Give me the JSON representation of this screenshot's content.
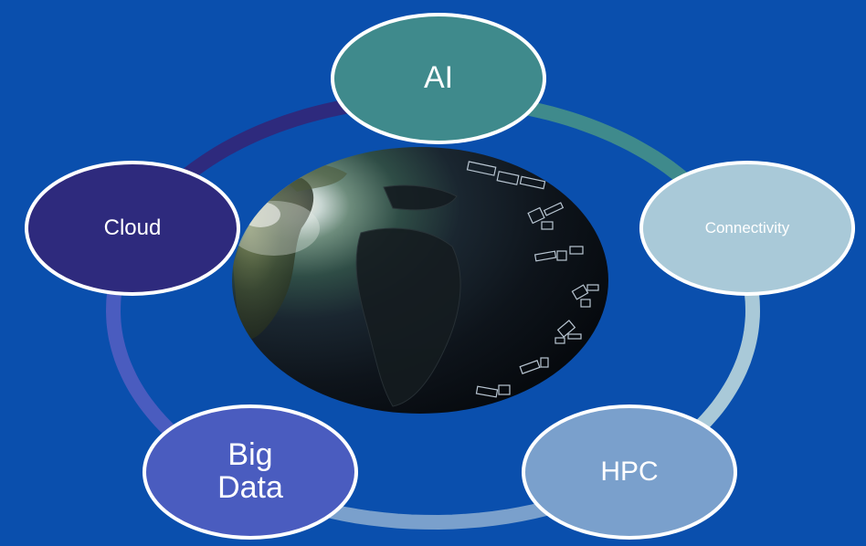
{
  "diagram": {
    "nodes": [
      {
        "id": "ai",
        "label": "AI",
        "fill": "#3f8a8c"
      },
      {
        "id": "connectivity",
        "label": "Connectivity",
        "fill": "#a9c9d8"
      },
      {
        "id": "hpc",
        "label": "HPC",
        "fill": "#7aa0cc"
      },
      {
        "id": "big-data",
        "label": "Big\nData",
        "fill": "#4a5cbf"
      },
      {
        "id": "cloud",
        "label": "Cloud",
        "fill": "#2e2a7d"
      }
    ],
    "ring_colors": {
      "ai_to_connectivity": "#3f8a8c",
      "connectivity_to_hpc": "#a9c9d8",
      "hpc_to_bigdata": "#7aa0cc",
      "bigdata_to_cloud": "#4a5cbf",
      "cloud_to_ai": "#2e2a7d"
    },
    "node_stroke": "#ffffff",
    "background": "#0a4fad",
    "center_image": "earth-globe-with-satellites"
  }
}
